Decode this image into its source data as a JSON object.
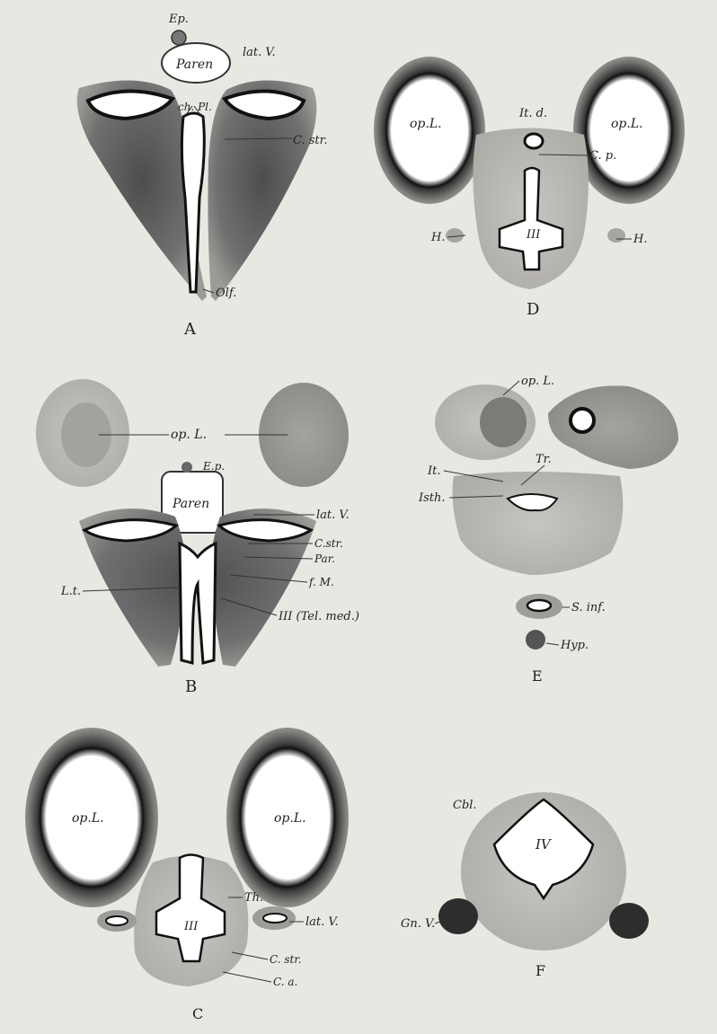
{
  "colors": {
    "paper": "#e8e7e2",
    "tissue_dark": "#5a5a5a",
    "tissue_mid": "#8f8f8c",
    "tissue_light": "#b9b8b3",
    "ventricle_line": "#111111",
    "cavity": "#ffffff"
  },
  "figures": {
    "A": {
      "caption": "A",
      "labels": {
        "ep": "Ep.",
        "paren": "Paren",
        "lat_v": "lat. V.",
        "ch_pl": "ch. Pl.",
        "c_str": "C. str.",
        "olf": "Olf."
      }
    },
    "B": {
      "caption": "B",
      "labels": {
        "op_l": "op. L.",
        "ep": "E.p.",
        "paren": "Paren",
        "lat_v": "lat. V.",
        "c_str": "C.str.",
        "par": "Par.",
        "f_m": "f. M.",
        "l_t": "L.t.",
        "tel_med": "III (Tel. med.)"
      }
    },
    "C": {
      "caption": "C",
      "labels": {
        "op_l_left": "op.L.",
        "op_l_right": "op.L.",
        "th": "Th.",
        "lat_v": "lat. V.",
        "iii": "III",
        "c_str": "C. str.",
        "c_a": "C. a."
      }
    },
    "D": {
      "caption": "D",
      "labels": {
        "op_l_left": "op.L.",
        "op_l_right": "op.L.",
        "it_d": "It. d.",
        "c_p": "C. p.",
        "h_left": "H.",
        "h_right": "H.",
        "iii": "III"
      }
    },
    "E": {
      "caption": "E",
      "labels": {
        "op_l": "op. L.",
        "tr": "Tr.",
        "it": "It.",
        "isth": "Isth.",
        "s_inf": "S. inf.",
        "hyp": "Hyp."
      }
    },
    "F": {
      "caption": "F",
      "labels": {
        "cbl": "Cbl.",
        "iv": "IV",
        "gn_v": "Gn. V."
      }
    }
  }
}
